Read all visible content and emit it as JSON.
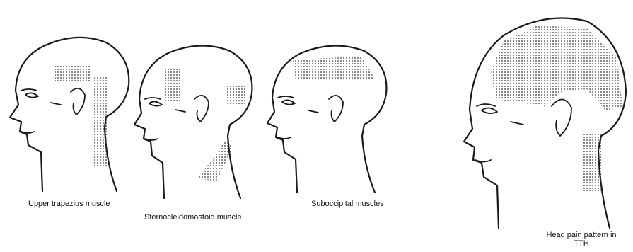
{
  "figures": [
    {
      "id": "fig1",
      "caption": "Upper trapezius muscle"
    },
    {
      "id": "fig2",
      "caption": "Sternocleidomastoid muscle"
    },
    {
      "id": "fig3",
      "caption": "Suboccipital muscles"
    },
    {
      "id": "fig4",
      "caption_line1": "Head pain pattern in",
      "caption_line2": "TTH"
    }
  ]
}
